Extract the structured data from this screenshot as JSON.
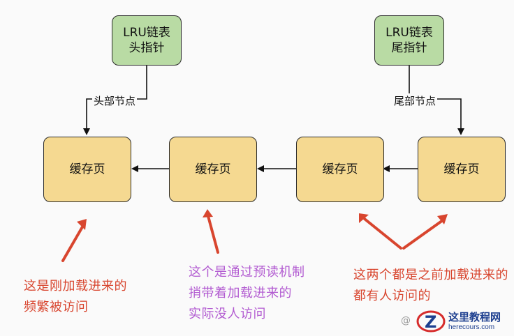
{
  "head_pointer": {
    "line1": "LRU链表",
    "line2": "头指针"
  },
  "tail_pointer": {
    "line1": "LRU链表",
    "line2": "尾指针"
  },
  "head_node_label": "头部节点",
  "tail_node_label": "尾部节点",
  "pages": [
    "缓存页",
    "缓存页",
    "缓存页",
    "缓存页"
  ],
  "notes": {
    "left": [
      "这是刚加载进来的",
      "频繁被访问"
    ],
    "middle": [
      "这个是通过预读机制",
      "捎带着加载进来的",
      "实际没人访问"
    ],
    "right": [
      "这两个都是之前加载进来的",
      "都有人访问的"
    ]
  },
  "colors": {
    "pointer_fill": "#b9dba4",
    "page_fill": "#f5d991",
    "red": "#d8452e",
    "purple": "#b25bd1"
  },
  "watermark": {
    "title": "这里教程网",
    "url": "herecours.com"
  }
}
